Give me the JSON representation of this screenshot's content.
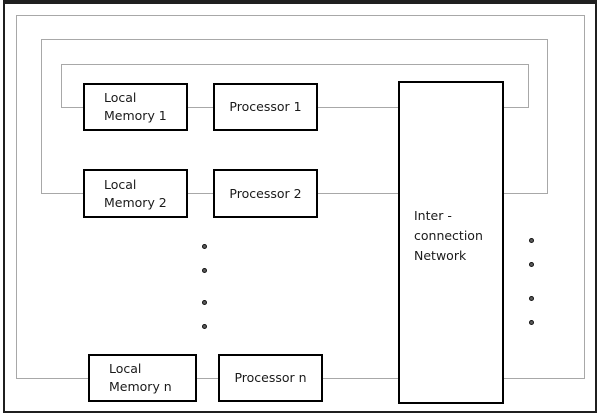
{
  "nodes": {
    "lm1": {
      "line1": "Local",
      "line2": "Memory 1"
    },
    "p1": {
      "label": "Processor 1"
    },
    "lm2": {
      "line1": "Local",
      "line2": "Memory 2"
    },
    "p2": {
      "label": "Processor 2"
    },
    "lmn": {
      "line1": "Local",
      "line2": "Memory n"
    },
    "pn": {
      "label": "Processor n"
    },
    "network": {
      "line1": "Inter -",
      "line2": "connection",
      "line3": "Network"
    }
  },
  "ellipsis": {
    "middle_dot_count": 4,
    "right_dot_count": 4
  },
  "colors": {
    "connector_gray": "#a8a8a8",
    "box_border": "#000000",
    "frame_border": "#1f1f1f",
    "dot_fill": "#5a5a5a",
    "background": "#ffffff"
  }
}
